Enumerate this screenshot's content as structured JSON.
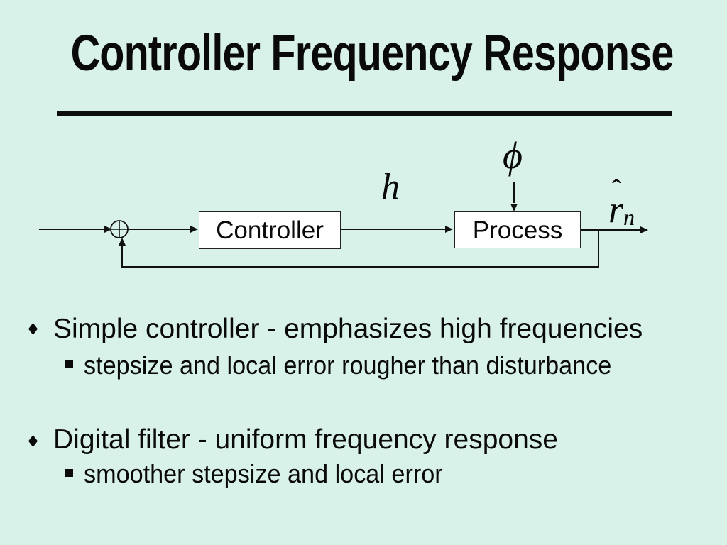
{
  "slide": {
    "title": "Controller Frequency Response",
    "background_color": "#d8f2e9",
    "text_color": "#0a0a0a"
  },
  "diagram": {
    "controller_label": "Controller",
    "process_label": "Process",
    "h_label": "h",
    "phi_label": "ϕ",
    "r_hat_accent": "ˆ",
    "r_base": "r",
    "r_subscript": "n"
  },
  "bullets": [
    {
      "level": 1,
      "text": "Simple controller - emphasizes high frequencies"
    },
    {
      "level": 2,
      "text": "stepsize and local error rougher than disturbance"
    },
    {
      "level": 1,
      "text": "Digital filter - uniform frequency response"
    },
    {
      "level": 2,
      "text": "smoother stepsize and local error"
    }
  ]
}
